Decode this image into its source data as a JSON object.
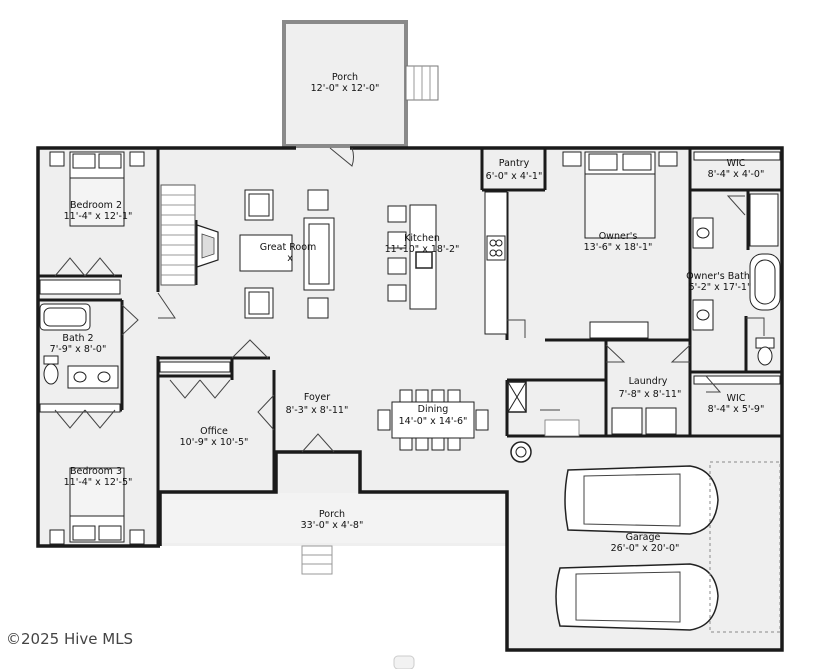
{
  "rooms": {
    "porch_top": {
      "name": "Porch",
      "dim": "12'-0\" x 12'-0\""
    },
    "bedroom2": {
      "name": "Bedroom 2",
      "dim": "11'-4\" x 12'-1\""
    },
    "great_room": {
      "name": "Great Room",
      "dim": "x"
    },
    "kitchen": {
      "name": "Kitchen",
      "dim": "11'-10\" x 18'-2\""
    },
    "pantry": {
      "name": "Pantry",
      "dim": "6'-0\" x 4'-1\""
    },
    "owners": {
      "name": "Owner's",
      "dim": "13'-6\" x 18'-1\""
    },
    "wic_top": {
      "name": "WIC",
      "dim": "8'-4\" x 4'-0\""
    },
    "owners_bath": {
      "name": "Owner's Bath",
      "dim": "5'-2\" x 17'-1\""
    },
    "bath2": {
      "name": "Bath 2",
      "dim": "7'-9\" x 8'-0\""
    },
    "foyer": {
      "name": "Foyer",
      "dim": "8'-3\" x 8'-11\""
    },
    "laundry": {
      "name": "Laundry",
      "dim": "7'-8\" x 8'-11\""
    },
    "wic_bottom": {
      "name": "WIC",
      "dim": "8'-4\" x 5'-9\""
    },
    "office": {
      "name": "Office",
      "dim": "10'-9\" x 10'-5\""
    },
    "dining": {
      "name": "Dining",
      "dim": "14'-0\" x 14'-6\""
    },
    "bedroom3": {
      "name": "Bedroom 3",
      "dim": "11'-4\" x 12'-5\""
    },
    "porch_front": {
      "name": "Porch",
      "dim": "33'-0\" x 4'-8\""
    },
    "garage": {
      "name": "Garage",
      "dim": "26'-0\" x 20'-0\""
    }
  },
  "footer": {
    "copyright": "©2025 Hive MLS"
  }
}
